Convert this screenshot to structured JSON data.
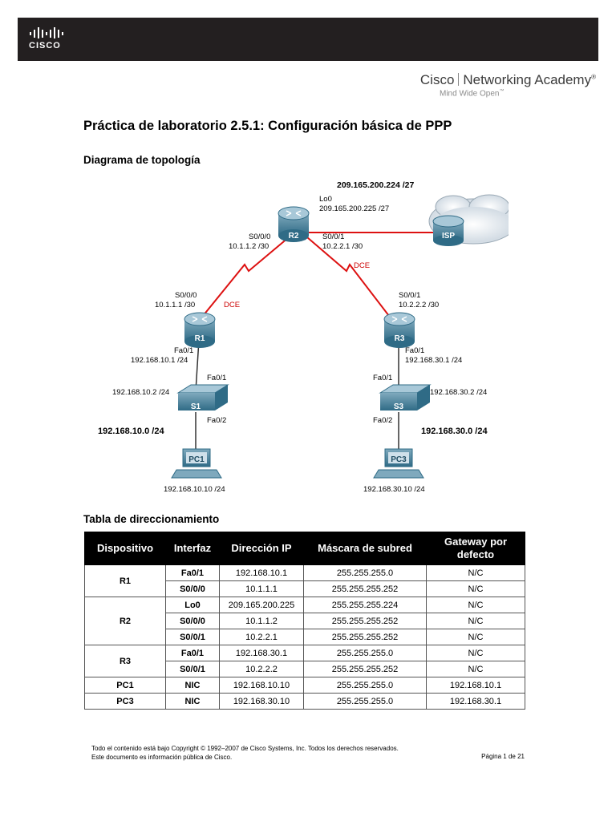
{
  "header": {
    "logo_text": "CISCO",
    "academy_left": "Cisco",
    "academy_right": "Networking Academy",
    "academy_reg": "®",
    "tagline": "Mind Wide Open",
    "tagline_tm": "™"
  },
  "title": "Práctica de laboratorio 2.5.1: Configuración básica de PPP",
  "topology_heading": "Diagrama de topología",
  "topology": {
    "lo0_net": "209.165.200.224 /27",
    "lo0_label": "Lo0",
    "lo0_ip": "209.165.200.225 /27",
    "r2_label": "R2",
    "isp_label": "ISP",
    "r2_s000": "S0/0/0",
    "r2_s000_ip": "10.1.1.2 /30",
    "r2_s001": "S0/0/1",
    "r2_s001_ip": "10.2.2.1 /30",
    "dce_r2r3": "DCE",
    "r1_s000": "S0/0/0",
    "r1_s000_ip": "10.1.1.1 /30",
    "dce_r1": "DCE",
    "r3_s001": "S0/0/1",
    "r3_s001_ip": "10.2.2.2 /30",
    "r1_label": "R1",
    "r3_label": "R3",
    "r1_fa": "Fa0/1",
    "r1_fa_ip": "192.168.10.1 /24",
    "r3_fa": "Fa0/1",
    "r3_fa_ip": "192.168.30.1 /24",
    "s1_fa01": "Fa0/1",
    "s1_ip": "192.168.10.2 /24",
    "s1_label": "S1",
    "s1_fa02": "Fa0/2",
    "s3_fa01": "Fa0/1",
    "s3_ip": "192.168.30.2 /24",
    "s3_label": "S3",
    "s3_fa02": "Fa0/2",
    "lan1": "192.168.10.0 /24",
    "lan3": "192.168.30.0 /24",
    "pc1_label": "PC1",
    "pc3_label": "PC3",
    "pc1_ip": "192.168.10.10 /24",
    "pc3_ip": "192.168.30.10 /24"
  },
  "table_heading": "Tabla de direccionamiento",
  "table": {
    "headers": [
      "Dispositivo",
      "Interfaz",
      "Dirección IP",
      "Máscara de subred",
      "Gateway por defecto"
    ],
    "rows": [
      [
        "R1",
        "Fa0/1",
        "192.168.10.1",
        "255.255.255.0",
        "N/C"
      ],
      [
        "",
        "S0/0/0",
        "10.1.1.1",
        "255.255.255.252",
        "N/C"
      ],
      [
        "R2",
        "Lo0",
        "209.165.200.225",
        "255.255.255.224",
        "N/C"
      ],
      [
        "",
        "S0/0/0",
        "10.1.1.2",
        "255.255.255.252",
        "N/C"
      ],
      [
        "",
        "S0/0/1",
        "10.2.2.1",
        "255.255.255.252",
        "N/C"
      ],
      [
        "R3",
        "Fa0/1",
        "192.168.30.1",
        "255.255.255.0",
        "N/C"
      ],
      [
        "",
        "S0/0/1",
        "10.2.2.2",
        "255.255.255.252",
        "N/C"
      ],
      [
        "PC1",
        "NIC",
        "192.168.10.10",
        "255.255.255.0",
        "192.168.10.1"
      ],
      [
        "PC3",
        "NIC",
        "192.168.30.10",
        "255.255.255.0",
        "192.168.30.1"
      ]
    ]
  },
  "footer": {
    "line1": "Todo el contenido está bajo Copyright © 1992–2007 de Cisco Systems, Inc. Todos los derechos reservados.",
    "line2": "Este documento es información pública de Cisco.",
    "page": "Página 1 de 21"
  }
}
